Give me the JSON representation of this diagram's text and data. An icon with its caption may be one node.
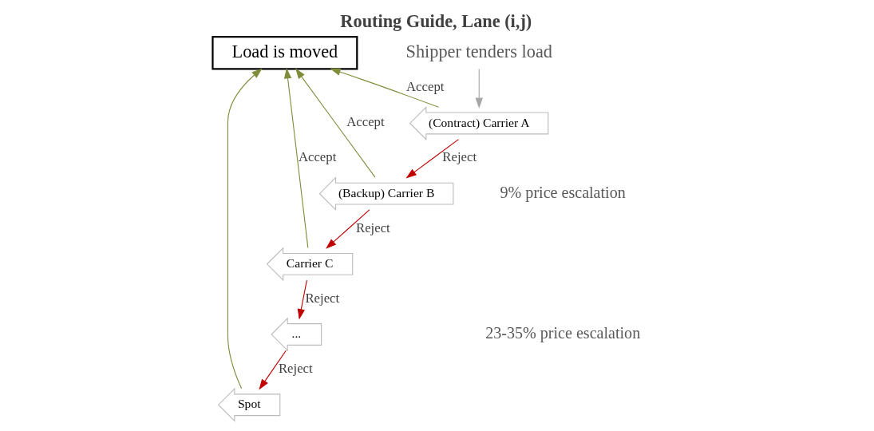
{
  "diagram": {
    "title": "Routing Guide, Lane (i,j)",
    "nodes": [
      {
        "text": [
          "Load is moved"
        ]
      },
      {
        "text": [
          "Shipper tenders load"
        ]
      },
      {
        "text": [
          "(Contract) Carrier A"
        ]
      },
      {
        "text": [
          "(Backup) Carrier B"
        ]
      },
      {
        "text": [
          "Carrier C"
        ]
      },
      {
        "text": [
          "..."
        ]
      },
      {
        "text": [
          "Spot"
        ]
      }
    ],
    "edges": [
      {
        "from": 1,
        "to": 2,
        "arrow": "to",
        "color": "#a6a6a6"
      },
      {
        "from": 2,
        "to": 0,
        "arrow": "to",
        "label": "Accept"
      },
      {
        "from": 3,
        "to": 0,
        "arrow": "to",
        "label": "Accept"
      },
      {
        "from": 4,
        "to": 0,
        "arrow": "to",
        "label": "Accept"
      },
      {
        "from": 6,
        "to": 0,
        "arrow": "to"
      },
      {
        "from": 2,
        "to": 3,
        "arrow": "to",
        "label": "Reject",
        "color": "#c00000"
      },
      {
        "from": 3,
        "to": 4,
        "arrow": "to",
        "label": "Reject",
        "color": "#c00000"
      },
      {
        "from": 4,
        "to": 5,
        "arrow": "to",
        "label": "Reject",
        "color": "#c00000"
      },
      {
        "from": 5,
        "to": 6,
        "arrow": "to",
        "label": "Reject",
        "color": "#c00000"
      }
    ],
    "labels": [
      "9% price escalation",
      "23-35% price escalation"
    ]
  }
}
